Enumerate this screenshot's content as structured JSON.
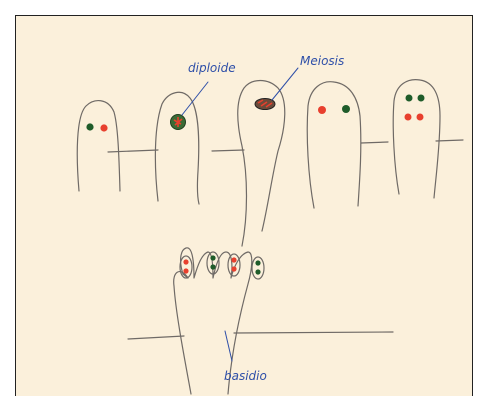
{
  "labels": {
    "diploide": "diploide",
    "meiosis": "Meiosis",
    "basidio": "basidio"
  },
  "colors": {
    "paper": "#fbf0db",
    "pencil": "#6f6a66",
    "ink": "#2e4fa8",
    "nucleus_green": "#1f5c2a",
    "nucleus_red": "#e8402e"
  }
}
